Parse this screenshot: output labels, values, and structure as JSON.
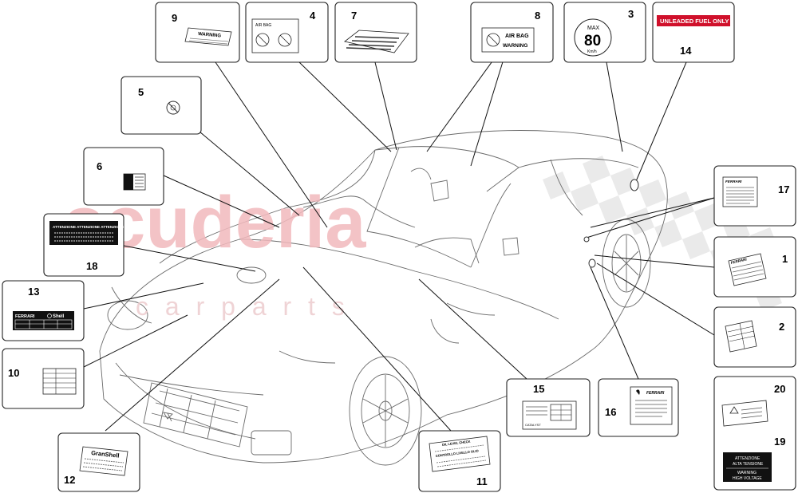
{
  "watermark": {
    "main": "scuderia",
    "sub": "c a r   p a r t s",
    "color": "#f2b9bd"
  },
  "labels": {
    "n1": "1",
    "n2": "2",
    "n3": "3",
    "n4": "4",
    "n5": "5",
    "n6": "6",
    "n7": "7",
    "n8": "8",
    "n9": "9",
    "n10": "10",
    "n11": "11",
    "n12": "12",
    "n13": "13",
    "n14": "14",
    "n15": "15",
    "n16": "16",
    "n17": "17",
    "n18": "18",
    "n19": "19",
    "n20": "20"
  },
  "sticker_text": {
    "warning": "WARNING",
    "air_bag_small": "AIR BAG",
    "air_bag": "AIR BAG",
    "air_bag_warning": "WARNING",
    "max": "MAX",
    "speed": "80",
    "kmh": "Km/h",
    "unleaded": "UNLEADED FUEL ONLY",
    "attenzione_row": "ATTENZIONE   ATTENZIONE   ATTENZIONE",
    "ferrari": "FERRARI",
    "shell": "Shell",
    "granshell": "GranShell",
    "oil_level": "OIL LEVEL CHECK",
    "controllo": "CONTROLLO LIVELLO OLIO",
    "catalyst": "CATALYST",
    "attenzione_alta": "ATTENZIONE",
    "alta_tensione": "ALTA TENSIONE",
    "warning_hv": "WARNING",
    "high_voltage": "HIGH VOLTAGE"
  },
  "colors": {
    "fuel_label_bg": "#d0102b",
    "sticker_dark": "#111111"
  }
}
